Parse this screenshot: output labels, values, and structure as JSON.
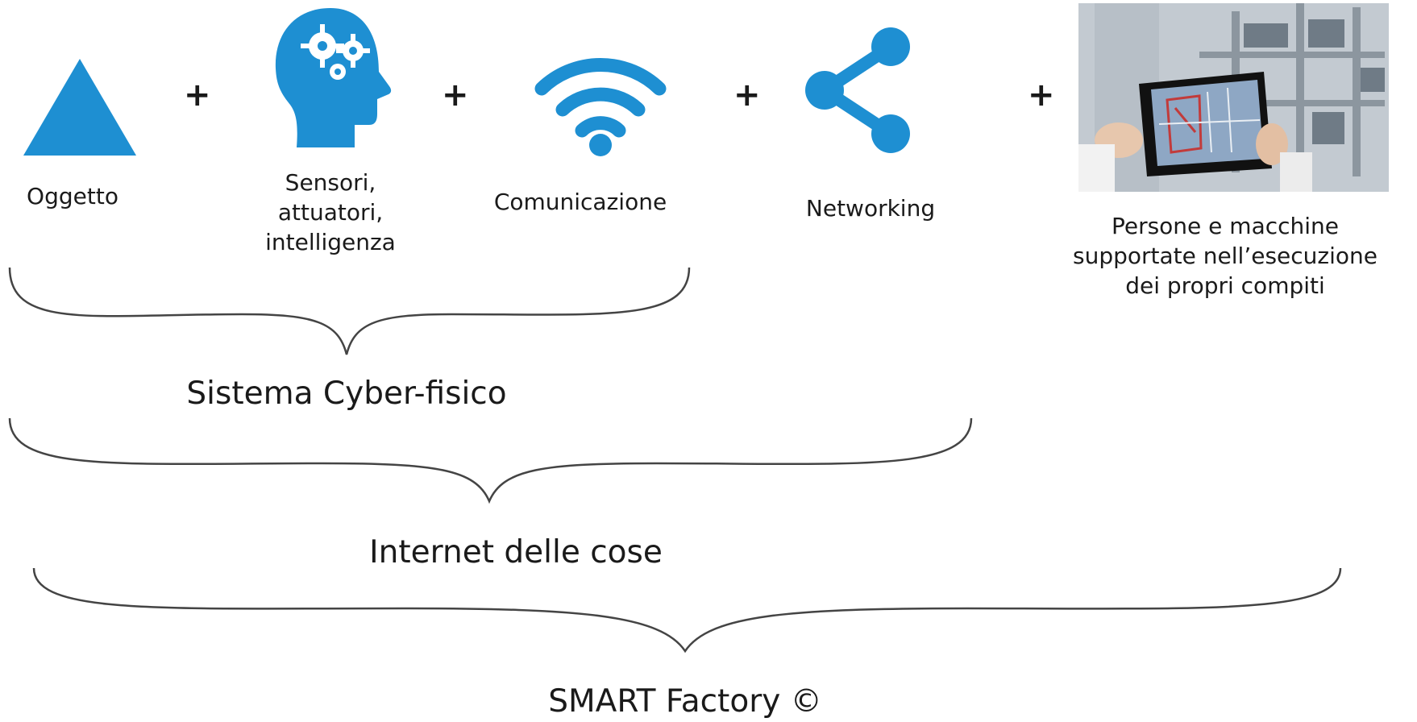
{
  "diagram": {
    "accent_color": "#1e8fd2",
    "items": [
      {
        "icon": "triangle-icon",
        "label": "Oggetto"
      },
      {
        "icon": "head-gears-icon",
        "label_lines": [
          "Sensori,",
          "attuatori,",
          "intelligenza"
        ]
      },
      {
        "icon": "wifi-icon",
        "label": "Comunicazione"
      },
      {
        "icon": "share-icon",
        "label": "Networking"
      },
      {
        "icon": "tablet-factory-photo",
        "label_lines": [
          "Persone e macchine",
          "supportate nell’esecuzione",
          "dei propri compiti"
        ]
      }
    ],
    "operator": "+",
    "groups": [
      {
        "label": "Sistema Cyber-fisico"
      },
      {
        "label": "Internet delle cose"
      },
      {
        "label": "SMART Factory ©"
      }
    ]
  }
}
